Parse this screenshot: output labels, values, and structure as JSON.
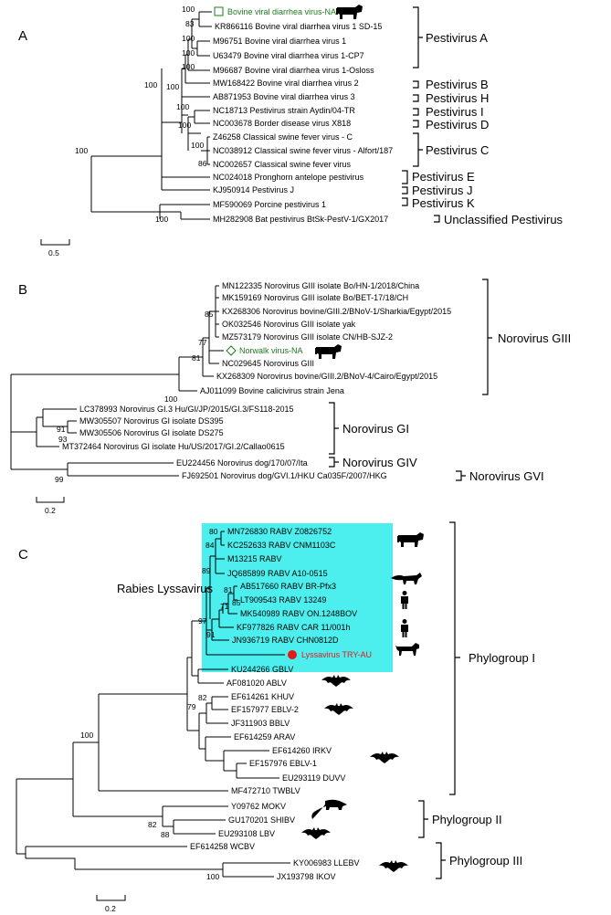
{
  "panels": {
    "A": {
      "letter": "A",
      "scale_label": "0.5",
      "leaves": [
        "Bovine viral diarrhea virus-NA",
        "KR866116 Bovine viral diarrhea virus 1 SD-15",
        "M96751 Bovine viral diarrhea virus 1",
        "U63479 Bovine viral diarrhea virus 1-CP7",
        "M96687 Bovine viral diarrhea virus 1-Osloss",
        "MW168422 Bovine viral diarrhea virus 2",
        "AB871953 Bovine viral diarrhea virus 3",
        "NC18713 Pestivirus strain Aydin/04-TR",
        "NC003678 Border disease virus X818",
        "Z46258 Classical swine fever virus - C",
        "NC038912 Classical swine fever virus - Alfort/187",
        "NC002657 Classical swine fever virus",
        "NC024018 Pronghorn antelope pestivirus",
        "KJ950914 Pestivirus J",
        "MF590069 Porcine pestivirus 1",
        "MH282908 Bat pestivirus BtSk-PestV-1/GX2017"
      ],
      "bootstrap": [
        "100",
        "83",
        "100",
        "100",
        "100",
        "100",
        "100",
        "100",
        "100",
        "100",
        "86",
        "100",
        "100"
      ],
      "groups": [
        "Pestivirus A",
        "Pestivirus B",
        "Pestivirus H",
        "Pestivirus I",
        "Pestivirus D",
        "Pestivirus C",
        "Pestivirus E",
        "Pestivirus J",
        "Pestivirus K",
        "Unclassified Pestivirus"
      ]
    },
    "B": {
      "letter": "B",
      "scale_label": "0.2",
      "leaves": [
        "MN122335 Norovirus GIII isolate Bo/HN-1/2018/China",
        "MK159169 Norovirus GIII isolate Bo/BET-17/18/CH",
        "KX268306 Norovirus bovine/GIII.2/BNoV-1/Sharkia/Egypt/2015",
        "OK032546 Norovirus GIII isolate yak",
        "MZ573179 Norovirus GIII isolate CN/HB-SJZ-2",
        "Norwalk virus-NA",
        "NC029645 Norovirus GIII",
        "KX268309 Norovirus bovine/GIII.2/BNoV-4/Cairo/Egypt/2015",
        "AJ011099 Bovine calicivirus strain Jena",
        "LC378993 Norovirus GI.3 Hu/GI/JP/2015/GI.3/FS118-2015",
        "MW305507 Norovirus GI isolate DS395",
        "MW305506 Norovirus GI isolate DS275",
        "MT372464 Norovirus GI isolate Hu/US/2017/GI.2/Callao0615",
        "EU224456 Norovirus dog/170/07/Ita",
        "FJ692501 Norovirus dog/GVI.1/HKU Ca035F/2007/HKG"
      ],
      "bootstrap": [
        "85",
        "77",
        "81",
        "100",
        "91",
        "93",
        "99"
      ],
      "groups": [
        "Norovirus GIII",
        "Norovirus GI",
        "Norovirus GIV",
        "Norovirus GVI"
      ]
    },
    "C": {
      "letter": "C",
      "scale_label": "0.2",
      "highlight_label": "Rabies Lyssavirus",
      "highlight_color": "#4deeee",
      "leaves": [
        "MN726830 RABV Z0826752",
        "KC252633 RABV CNM1103C",
        "M13215 RABV",
        "JQ685899 RABV A10-0515",
        "AB517660 RABV BR-Pfx3",
        "LT909543 RABV 13249",
        "MK540989 RABV ON.1248BOV",
        "KF977826 RABV CAR 11/001h",
        "JN936719 RABV CHN0812D",
        "Lyssavirus TRY-AU",
        "KU244266 GBLV",
        "AF081020 ABLV",
        "EF614261 KHUV",
        "EF157977 EBLV-2",
        "JF311903 BBLV",
        "EF614259 ARAV",
        "EF614260 IRKV",
        "EF157976 EBLV-1",
        "EU293119 DUVV",
        "MF472710 TWBLV",
        "Y09762 MOKV",
        "GU170201 SHIBV",
        "EU293108 LBV",
        "EF614258 WCBV",
        "KY006983 LLEBV",
        "JX193798 IKOV"
      ],
      "bootstrap": [
        "80",
        "84",
        "89",
        "81",
        "85",
        "71",
        "97",
        "91",
        "82",
        "79",
        "100",
        "82",
        "88",
        "100"
      ],
      "groups": [
        "Phylogroup I",
        "Phylogroup II",
        "Phylogroup III"
      ]
    }
  },
  "colors": {
    "query_green": "#1f7a1f",
    "query_red": "#e31a1a",
    "highlight": "#4deeee"
  },
  "icons": [
    "cow-icon",
    "fox-icon",
    "human-icon",
    "dog-icon",
    "bat-icon",
    "shrew-icon"
  ]
}
